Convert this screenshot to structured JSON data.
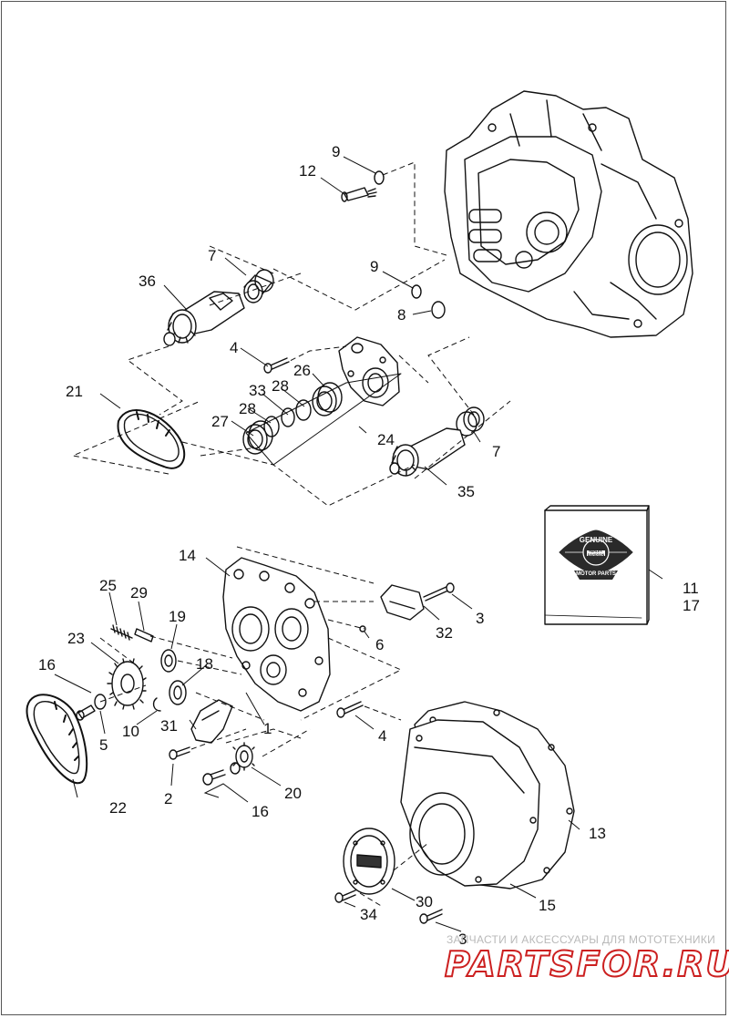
{
  "callouts": {
    "c1": "1",
    "c2": "2",
    "c3a": "3",
    "c3b": "3",
    "c4a": "4",
    "c4b": "4",
    "c5": "5",
    "c6": "6",
    "c7a": "7",
    "c7b": "7",
    "c8": "8",
    "c9a": "9",
    "c9b": "9",
    "c10": "10",
    "c11": "11",
    "c17": "17",
    "c12": "12",
    "c13": "13",
    "c14": "14",
    "c15": "15",
    "c16a": "16",
    "c16b": "16",
    "c18": "18",
    "c19": "19",
    "c20": "20",
    "c21": "21",
    "c22": "22",
    "c23": "23",
    "c24": "24",
    "c25": "25",
    "c26": "26",
    "c27": "27",
    "c28a": "28",
    "c28b": "28",
    "c29": "29",
    "c30": "30",
    "c31": "31",
    "c32": "32",
    "c33": "33",
    "c34": "34",
    "c35": "35",
    "c36": "36"
  },
  "badge": {
    "top": "GENUINE",
    "middle": "HARLEY-DAVIDSON",
    "bottom": "MOTOR PARTS"
  },
  "watermark": {
    "tagline": "ЗАПЧАСТИ И АКСЕССУАРЫ ДЛЯ МОТОТЕХНИКИ",
    "logo": "PARTSFOR.RU"
  },
  "colors": {
    "ink": "#111111",
    "watermark_red": "#cc2020",
    "badge_dark": "#2a2a2a"
  }
}
